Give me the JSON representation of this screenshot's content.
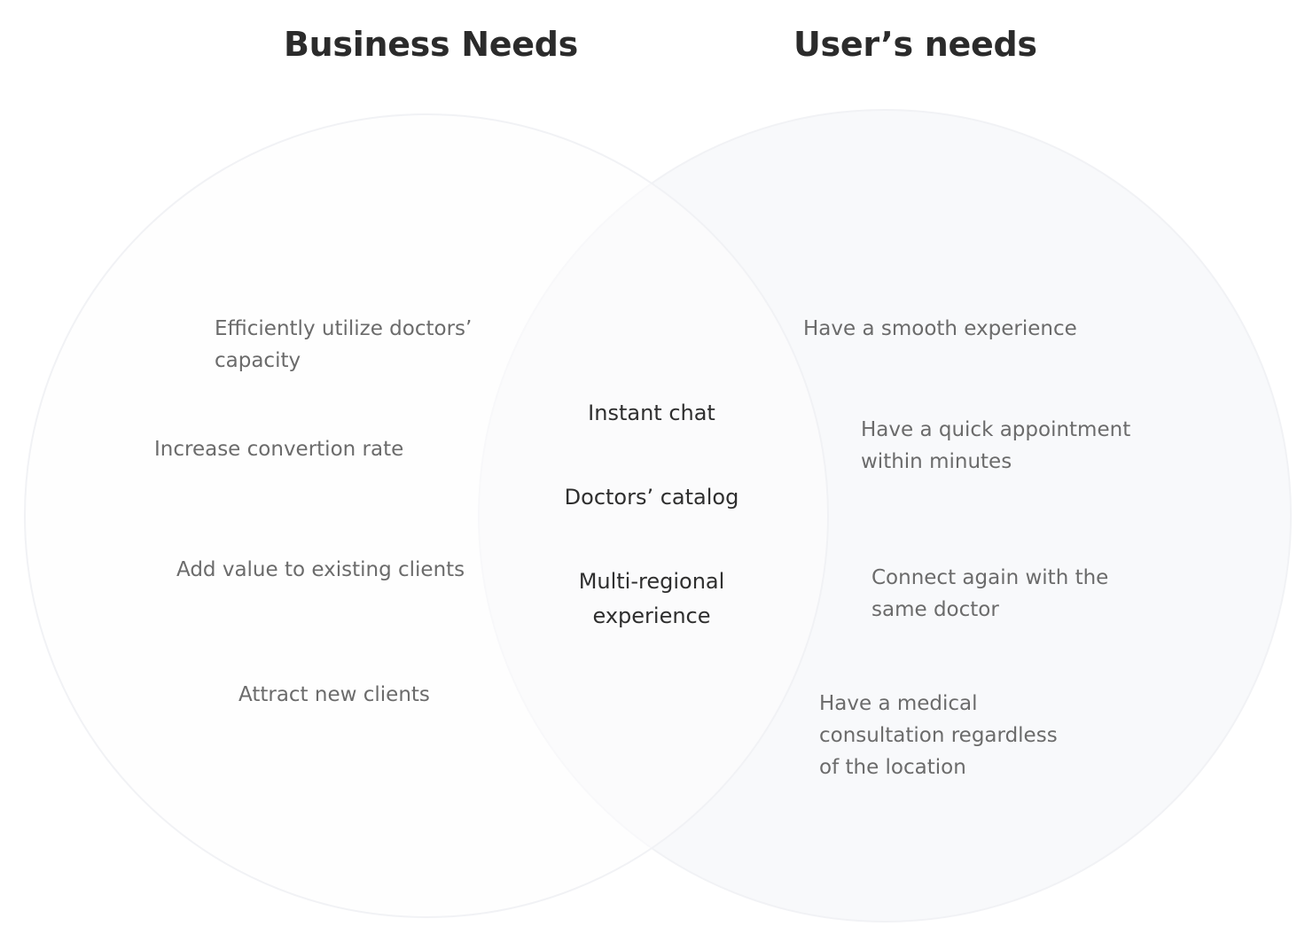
{
  "titles": {
    "left": "Business Needs",
    "right": "User’s needs"
  },
  "business_needs": [
    "Efficiently utilize doctors’\ncapacity",
    "Increase convertion rate",
    "Add value to existing clients",
    "Attract new clients"
  ],
  "shared": [
    "Instant chat",
    "Doctors’ catalog",
    "Multi-regional\nexperience"
  ],
  "user_needs": [
    "Have a smooth experience",
    "Have a quick appointment\nwithin minutes",
    "Connect again with the\nsame doctor",
    "Have a medical\nconsultation regardless\nof the location"
  ],
  "colors": {
    "background": "#ffffff",
    "circle_left_fill": "#fdfdfd",
    "circle_right_fill": "#f8f9fb",
    "circle_stroke": "#f1f2f5",
    "title": "#2b2b2b",
    "label": "#6b6b6b",
    "center_label": "#2e2e2e"
  }
}
